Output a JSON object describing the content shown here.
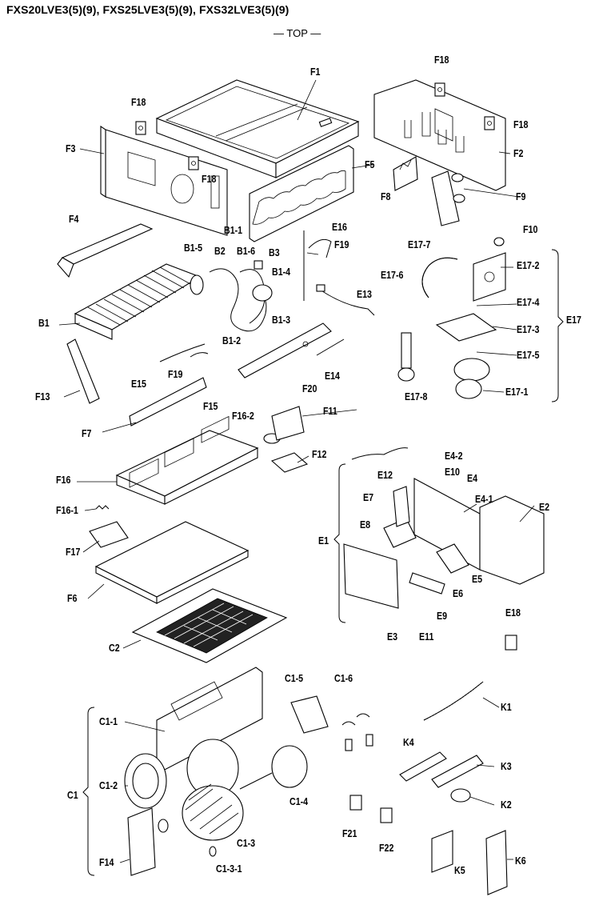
{
  "header": {
    "title": "FXS20LVE3(5)(9), FXS25LVE3(5)(9), FXS32LVE3(5)(9)",
    "subtitle": "— TOP —"
  },
  "parts": [
    {
      "id": "F18a",
      "text": "F18"
    },
    {
      "id": "F1",
      "text": "F1"
    },
    {
      "id": "F18b",
      "text": "F18"
    },
    {
      "id": "F18c",
      "text": "F18"
    },
    {
      "id": "F3",
      "text": "F3"
    },
    {
      "id": "F2",
      "text": "F2"
    },
    {
      "id": "F18d",
      "text": "F18"
    },
    {
      "id": "F5",
      "text": "F5"
    },
    {
      "id": "F8",
      "text": "F8"
    },
    {
      "id": "F9",
      "text": "F9"
    },
    {
      "id": "F4",
      "text": "F4"
    },
    {
      "id": "B1-1",
      "text": "B1-1"
    },
    {
      "id": "E16",
      "text": "E16"
    },
    {
      "id": "F19a",
      "text": "F19"
    },
    {
      "id": "F10",
      "text": "F10"
    },
    {
      "id": "B1-5",
      "text": "B1-5"
    },
    {
      "id": "B2",
      "text": "B2"
    },
    {
      "id": "B1-6",
      "text": "B1-6"
    },
    {
      "id": "B3",
      "text": "B3"
    },
    {
      "id": "E17-7",
      "text": "E17-7"
    },
    {
      "id": "E17-2",
      "text": "E17-2"
    },
    {
      "id": "B1-4",
      "text": "B1-4"
    },
    {
      "id": "E17-6",
      "text": "E17-6"
    },
    {
      "id": "E13",
      "text": "E13"
    },
    {
      "id": "E17-4",
      "text": "E17-4"
    },
    {
      "id": "E17",
      "text": "E17"
    },
    {
      "id": "B1",
      "text": "B1"
    },
    {
      "id": "B1-3",
      "text": "B1-3"
    },
    {
      "id": "E17-3",
      "text": "E17-3"
    },
    {
      "id": "B1-2",
      "text": "B1-2"
    },
    {
      "id": "E17-5",
      "text": "E17-5"
    },
    {
      "id": "F19b",
      "text": "F19"
    },
    {
      "id": "E14",
      "text": "E14"
    },
    {
      "id": "E15",
      "text": "E15"
    },
    {
      "id": "F13",
      "text": "F13"
    },
    {
      "id": "F20",
      "text": "F20"
    },
    {
      "id": "E17-1",
      "text": "E17-1"
    },
    {
      "id": "E17-8",
      "text": "E17-8"
    },
    {
      "id": "F15",
      "text": "F15"
    },
    {
      "id": "F11",
      "text": "F11"
    },
    {
      "id": "F16-2",
      "text": "F16-2"
    },
    {
      "id": "F7",
      "text": "F7"
    },
    {
      "id": "F12",
      "text": "F12"
    },
    {
      "id": "E4-2",
      "text": "E4-2"
    },
    {
      "id": "E12",
      "text": "E12"
    },
    {
      "id": "E10",
      "text": "E10"
    },
    {
      "id": "E4",
      "text": "E4"
    },
    {
      "id": "F16",
      "text": "F16"
    },
    {
      "id": "E7",
      "text": "E7"
    },
    {
      "id": "E4-1",
      "text": "E4-1"
    },
    {
      "id": "E2",
      "text": "E2"
    },
    {
      "id": "F16-1",
      "text": "F16-1"
    },
    {
      "id": "E8",
      "text": "E8"
    },
    {
      "id": "E1",
      "text": "E1"
    },
    {
      "id": "F17",
      "text": "F17"
    },
    {
      "id": "E5",
      "text": "E5"
    },
    {
      "id": "E6",
      "text": "E6"
    },
    {
      "id": "F6",
      "text": "F6"
    },
    {
      "id": "E9",
      "text": "E9"
    },
    {
      "id": "E18",
      "text": "E18"
    },
    {
      "id": "E3",
      "text": "E3"
    },
    {
      "id": "E11",
      "text": "E11"
    },
    {
      "id": "C2",
      "text": "C2"
    },
    {
      "id": "C1-5",
      "text": "C1-5"
    },
    {
      "id": "C1-6",
      "text": "C1-6"
    },
    {
      "id": "C1-1",
      "text": "C1-1"
    },
    {
      "id": "K1",
      "text": "K1"
    },
    {
      "id": "K4",
      "text": "K4"
    },
    {
      "id": "K3",
      "text": "K3"
    },
    {
      "id": "C1-2",
      "text": "C1-2"
    },
    {
      "id": "C1",
      "text": "C1"
    },
    {
      "id": "C1-4",
      "text": "C1-4"
    },
    {
      "id": "K2",
      "text": "K2"
    },
    {
      "id": "F21",
      "text": "F21"
    },
    {
      "id": "C1-3",
      "text": "C1-3"
    },
    {
      "id": "F22",
      "text": "F22"
    },
    {
      "id": "F14",
      "text": "F14"
    },
    {
      "id": "K6",
      "text": "K6"
    },
    {
      "id": "C1-3-1",
      "text": "C1-3-1"
    },
    {
      "id": "K5",
      "text": "K5"
    }
  ]
}
